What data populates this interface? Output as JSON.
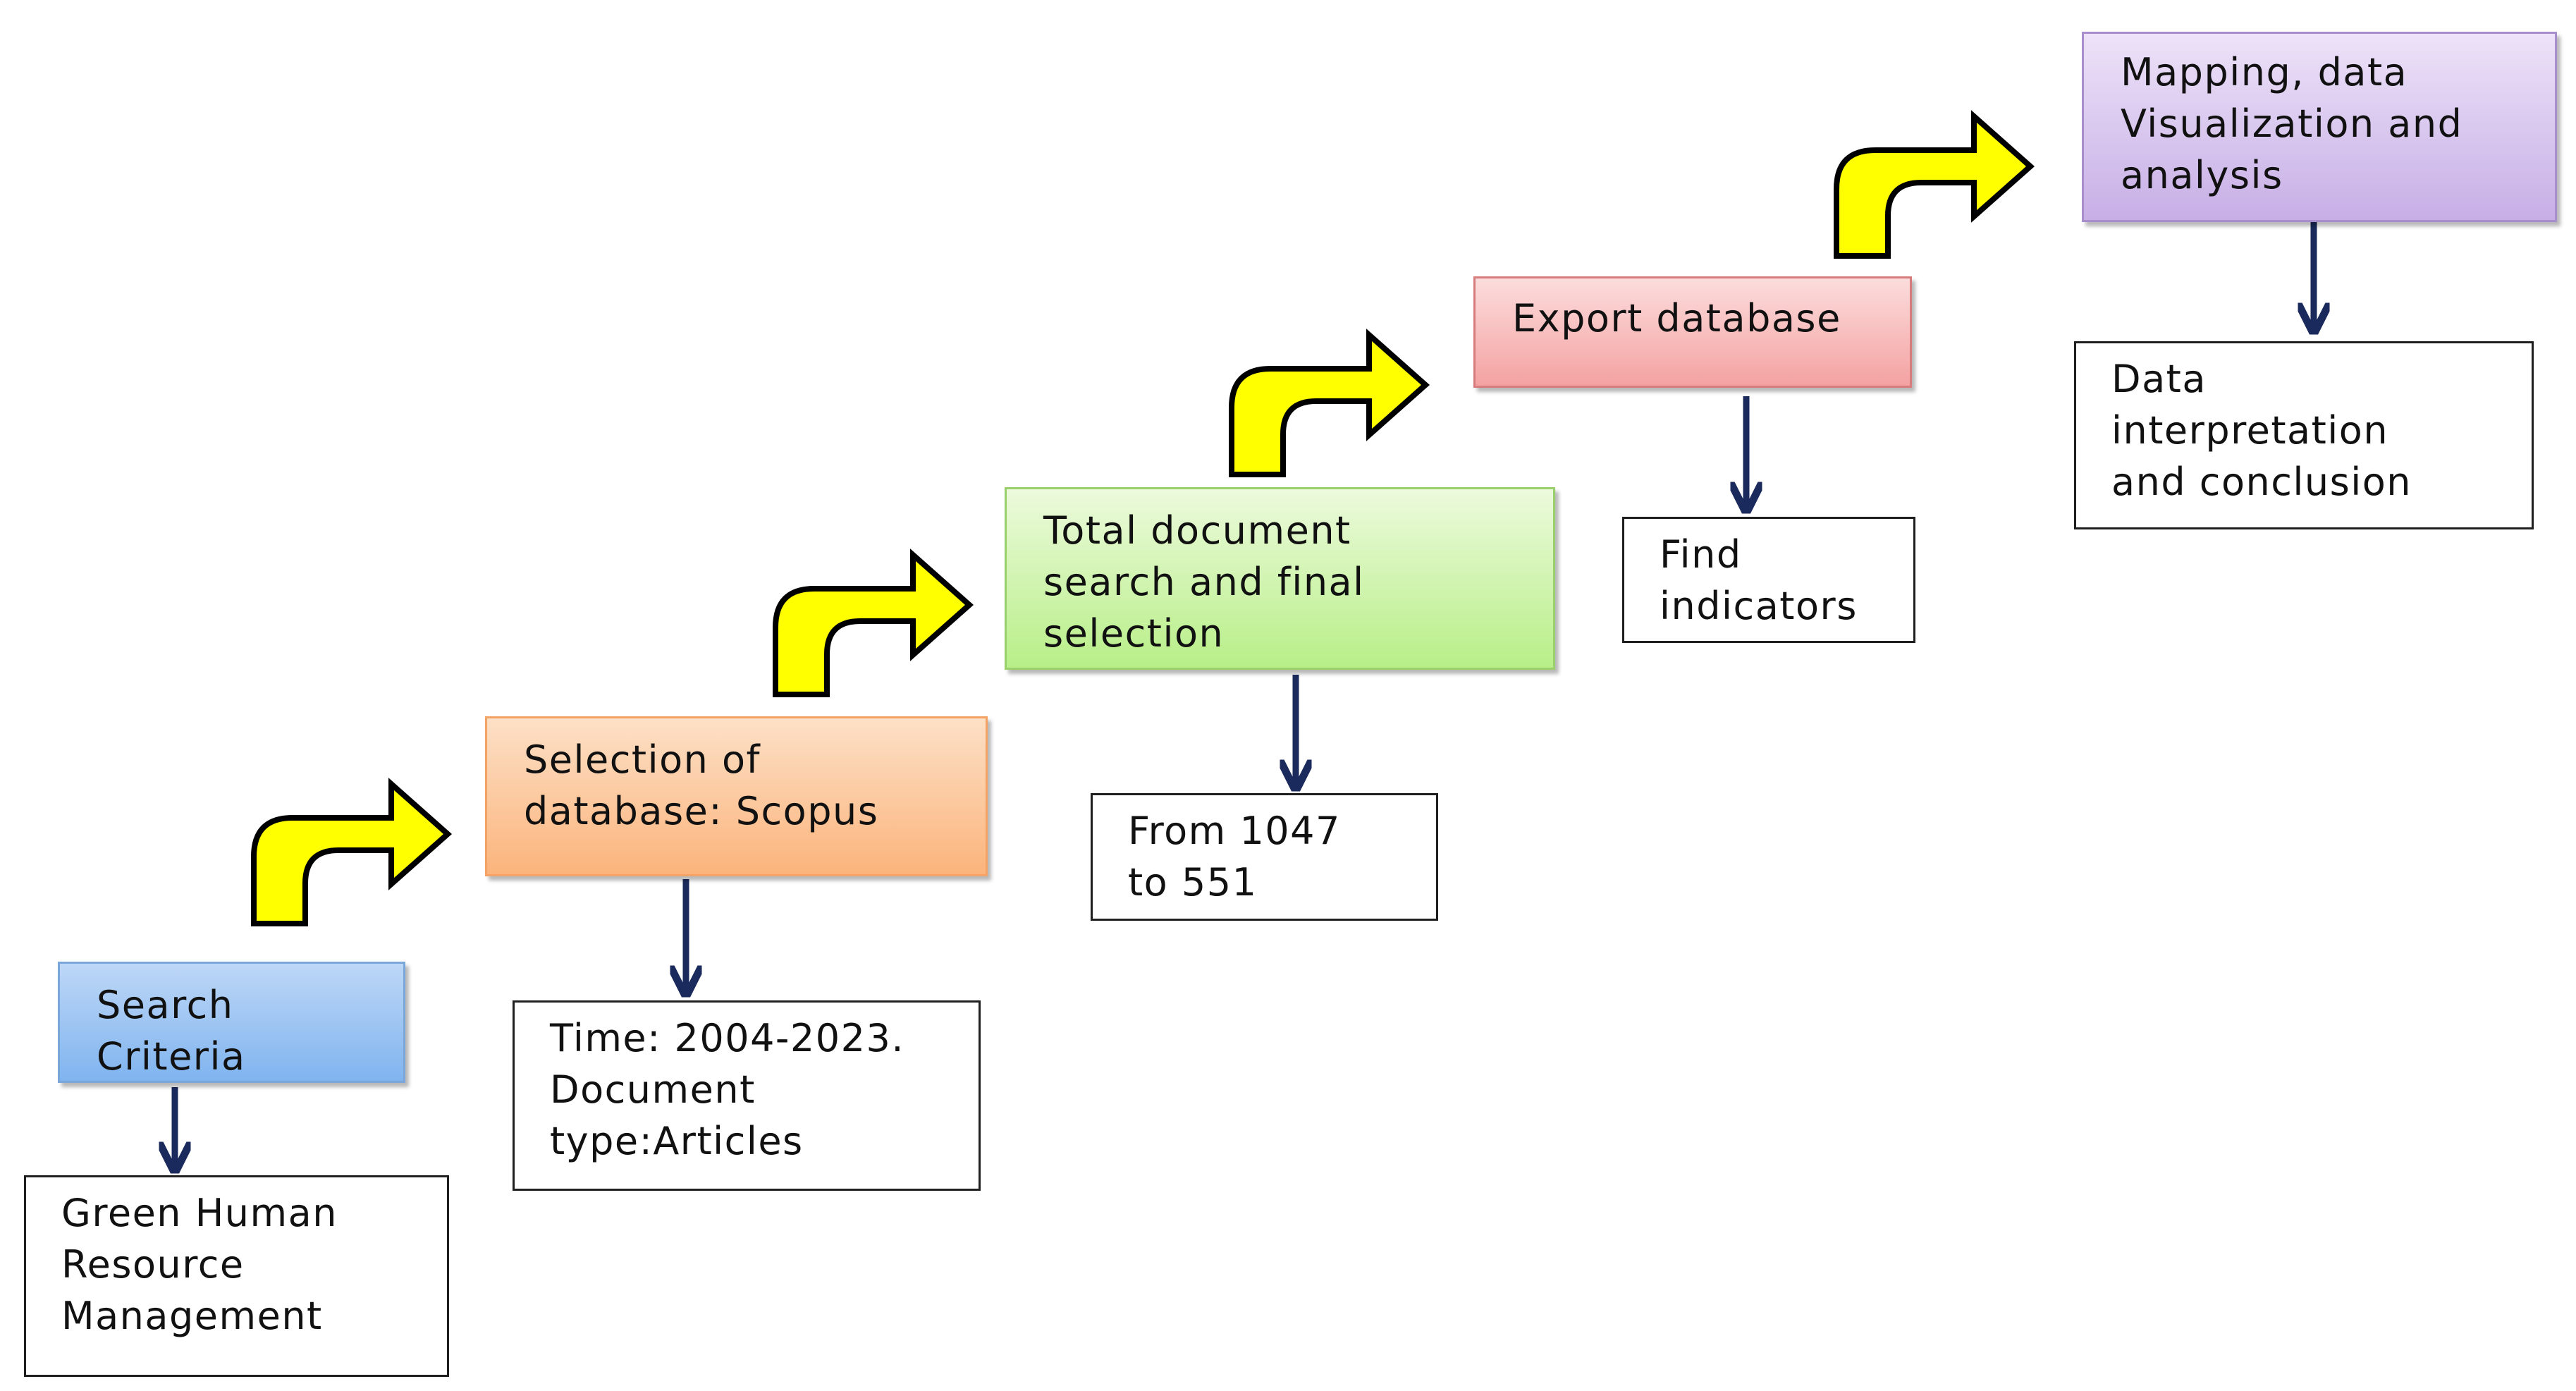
{
  "stages": [
    {
      "lines": [
        "Search",
        "Criteria"
      ],
      "color": "#8ab8ee"
    },
    {
      "lines": [
        "Selection of",
        "database: Scopus"
      ],
      "color": "#fbb47c"
    },
    {
      "lines": [
        "Total document",
        "search and final",
        "selection"
      ],
      "color": "#b8ef88"
    },
    {
      "lines": [
        "Export database"
      ],
      "color": "#f4a2a2"
    },
    {
      "lines": [
        "Mapping, data",
        "Visualization and",
        "analysis"
      ],
      "color": "#c7afe6"
    }
  ],
  "details": [
    {
      "lines": [
        "Green Human",
        "Resource",
        "Management"
      ]
    },
    {
      "lines": [
        "Time: 2004-2023.",
        "Document",
        "type:Articles"
      ]
    },
    {
      "lines": [
        "From 1047",
        "to 551"
      ]
    },
    {
      "lines": [
        "Find",
        "indicators"
      ]
    },
    {
      "lines": [
        "Data",
        "interpretation",
        "and conclusion"
      ]
    }
  ],
  "colors": {
    "connector_fill": "#ffff00",
    "connector_outline": "#000000",
    "down_arrow": "#1b2a5c"
  },
  "icons": {
    "stage_connector": "curved-bent-arrow-icon",
    "detail_connector": "down-arrow-icon"
  }
}
